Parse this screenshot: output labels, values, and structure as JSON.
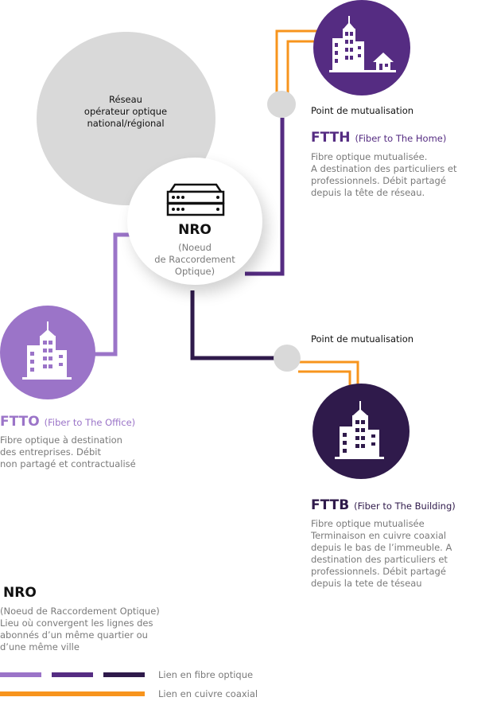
{
  "network": {
    "label_lines": [
      "Réseau",
      "opérateur optique",
      "national/régional"
    ]
  },
  "nro_node": {
    "title": "NRO",
    "subtitle_lines": [
      "(Noeud",
      "de Raccordement",
      "Optique)"
    ]
  },
  "ftth": {
    "point_label": "Point de mutualisation",
    "title": "FTTH",
    "subtitle": "(Fiber to The Home)",
    "desc_lines": [
      "Fibre optique mutualisée.",
      "A destination des particuliers et",
      "professionnels. Débit partagé",
      "depuis la tête de réseau."
    ]
  },
  "ftto": {
    "title": "FTTO",
    "subtitle": "(Fiber to The Office)",
    "desc_lines": [
      "Fibre optique à destination",
      "des entreprises. Débit",
      "non partagé et contractualisé"
    ]
  },
  "fttb": {
    "point_label": "Point de mutualisation",
    "title": "FTTB",
    "subtitle": "(Fiber to The Building)",
    "desc_lines": [
      "Fibre optique mutualisée",
      "Terminaison en cuivre coaxial",
      "depuis le bas de l’immeuble. A",
      "destination des particuliers et",
      "professionnels. Débit partagé",
      "depuis la tete de téseau"
    ]
  },
  "nro_legend": {
    "title": "NRO",
    "desc_lines": [
      "(Noeud de Raccordement Optique)",
      "Lieu où convergent les lignes des",
      "abonnés d’un même quartier ou",
      "d’une même ville"
    ]
  },
  "legend": {
    "fiber": "Lien en fibre optique",
    "copper": "Lien en cuivre coaxial"
  },
  "colors": {
    "ftto": "#9b74c8",
    "ftth": "#552c82",
    "fttb": "#2f1a4b",
    "copper": "#f7941d",
    "gray": "#d9d9d9"
  }
}
